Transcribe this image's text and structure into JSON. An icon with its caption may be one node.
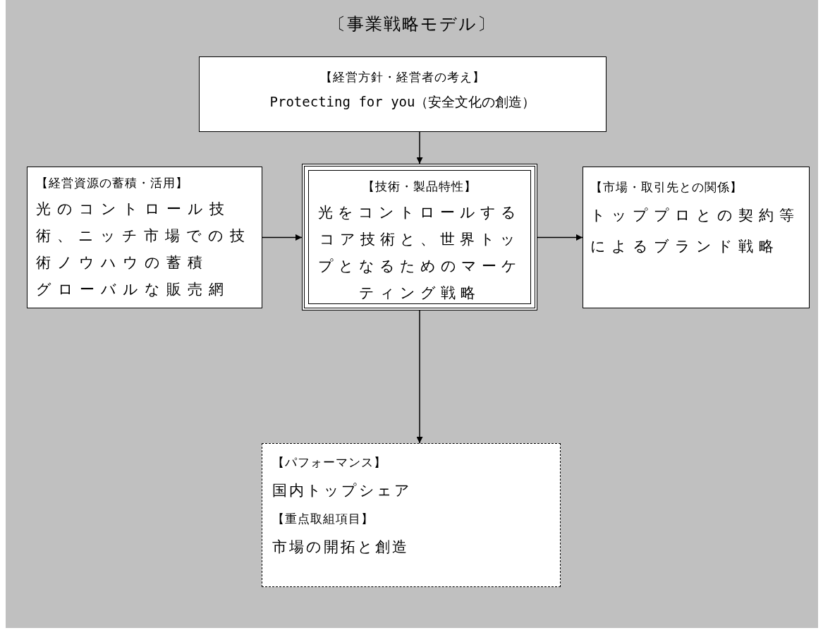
{
  "diagram": {
    "title": "〔事業戦略モデル〕",
    "nodes": [
      {
        "text": [
          "【経営方針・経営者の考え】",
          "Protecting for you（安全文化の創造）"
        ]
      },
      {
        "text": [
          "【経営資源の蓄積・活用】",
          "光のコントロール技術、ニッチ市場での技術ノウハウの蓄積",
          "グローバルな販売網"
        ]
      },
      {
        "text": [
          "【技術・製品特性】",
          "光をコントロールするコア技術と、世界トップとなるためのマーケティング戦略"
        ]
      },
      {
        "text": [
          "【市場・取引先との関係】",
          "トッププロとの契約等によるブランド戦略"
        ]
      },
      {
        "text": [
          "【パフォーマンス】",
          "国内トップシェア",
          "【重点取組項目】",
          "市場の開拓と創造"
        ]
      }
    ],
    "edges": [
      {
        "from": 0,
        "to": 2,
        "arrow": "to"
      },
      {
        "from": 1,
        "to": 2,
        "arrow": "to"
      },
      {
        "from": 2,
        "to": 3,
        "arrow": "to"
      },
      {
        "from": 2,
        "to": 4,
        "arrow": "to"
      }
    ]
  }
}
